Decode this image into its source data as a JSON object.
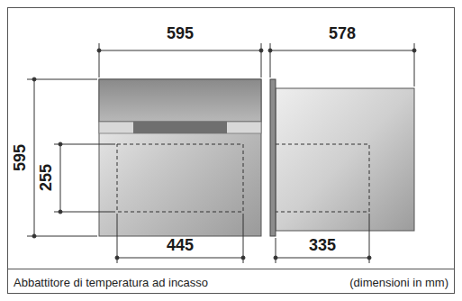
{
  "diagram": {
    "caption": "Abbattitore di temperatura ad incasso",
    "labels": [
      "595",
      "578",
      "595",
      "255",
      "445",
      "335",
      "(dimensioni in mm)"
    ]
  }
}
